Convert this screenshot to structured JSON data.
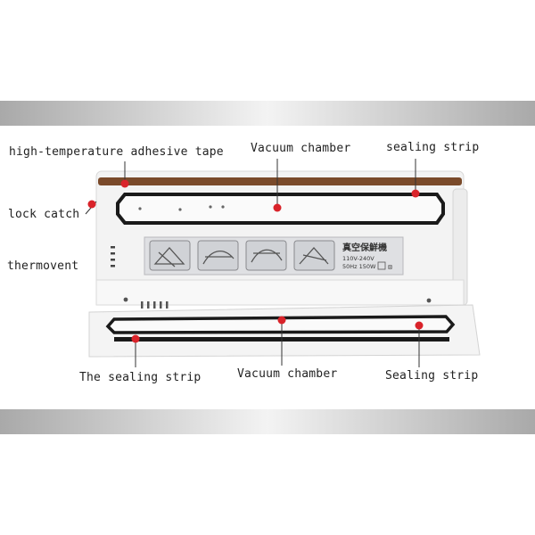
{
  "callouts": {
    "high_temp_tape": "high-temperature adhesive tape",
    "vacuum_chamber_top": "Vacuum chamber",
    "sealing_strip_top": "sealing strip",
    "lock_catch": "lock catch",
    "thermovent": "thermovent",
    "sealing_strip_bottom_left": "The sealing strip",
    "vacuum_chamber_bottom": "Vacuum chamber",
    "sealing_strip_bottom_right": "Sealing strip"
  },
  "panel": {
    "title_cn": "真空保鮮機",
    "voltage": "110V-240V",
    "freq_power": "50Hz  150W"
  },
  "colors": {
    "marker": "#d9232a",
    "gasket": "#1a1a1a",
    "tape": "#7a4a2a",
    "body": "#f4f4f4"
  }
}
